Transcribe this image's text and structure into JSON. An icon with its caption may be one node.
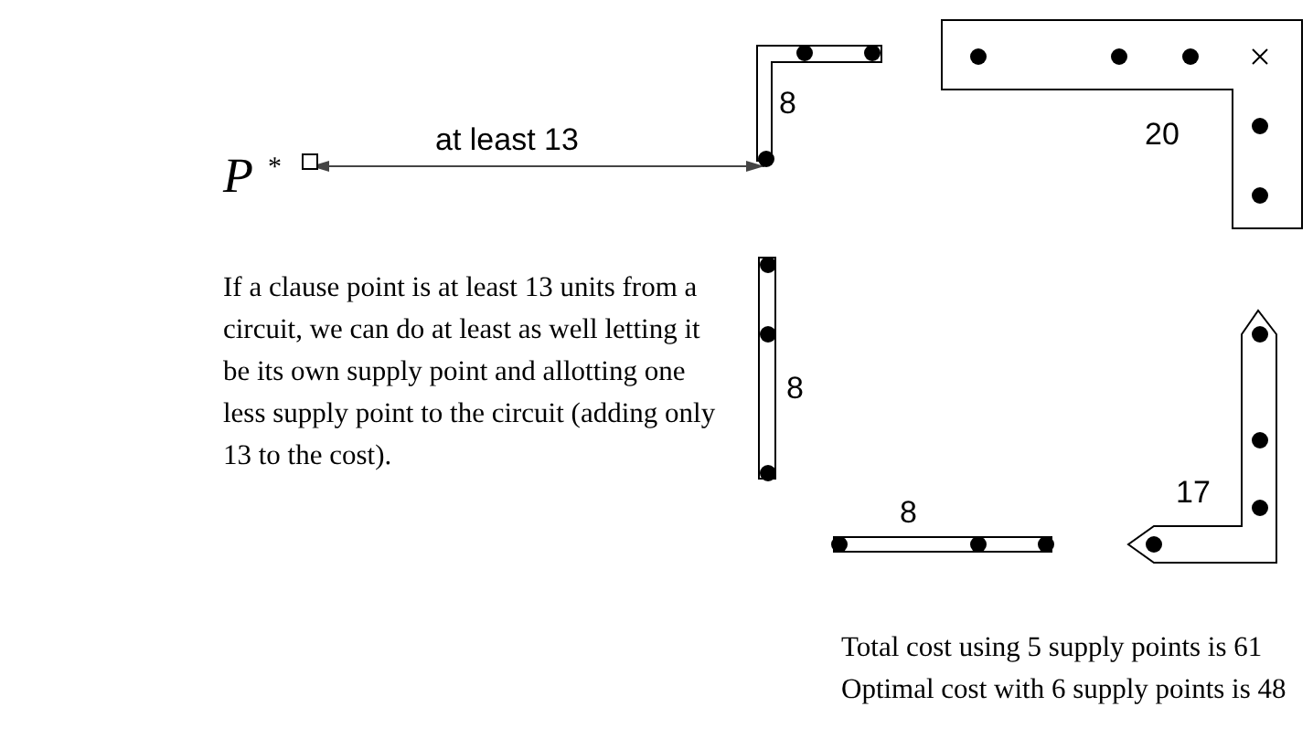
{
  "diagram": {
    "nodes": [
      {
        "text": [
          "8"
        ]
      },
      {
        "text": [
          "20"
        ]
      },
      {
        "text": [
          "8"
        ]
      },
      {
        "text": [
          "8"
        ]
      },
      {
        "text": [
          "17"
        ]
      }
    ],
    "labels": [
      "at least 13",
      "P$^{*}$",
      "If a clause point is at least 13 units from a circuit, we can do at least as well letting it be its own supply point and allotting one less supply point to the circuit (adding only 13 to the cost).",
      "Total cost using 5 supply points is 61",
      "Optimal cost with 6 supply points is 48"
    ]
  }
}
